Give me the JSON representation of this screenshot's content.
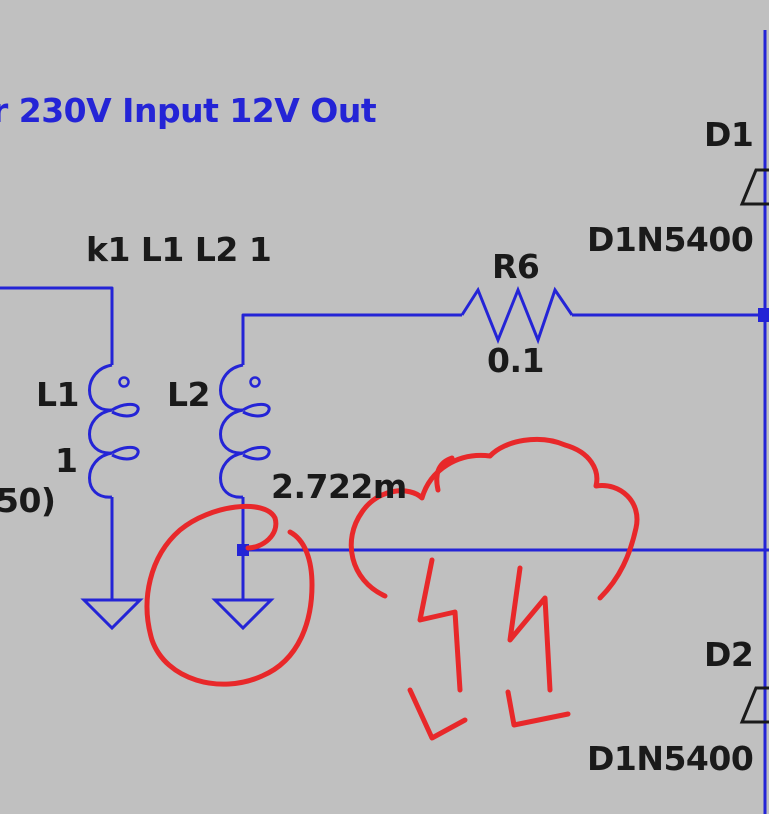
{
  "colors": {
    "background": "#c0c0c0",
    "wire": "#2424d6",
    "text": "#1a1a1a",
    "comment": "#2424d6",
    "annotation": "#e8282a"
  },
  "schematic": {
    "comment": "r 230V Input 12V Out",
    "directive": "k1 L1 L2 1",
    "l1": {
      "name": "L1",
      "value": "1",
      "extra": "50)"
    },
    "l2": {
      "name": "L2",
      "value": "2.722m"
    },
    "r6": {
      "name": "R6",
      "value": "0.1"
    },
    "d1": {
      "name": "D1",
      "model": "D1N5400"
    },
    "d2": {
      "name": "D2",
      "model": "D1N5400"
    }
  },
  "annotations": {
    "circle": "red-circle-around-ground-node",
    "cloud": "red-cloud-with-lightning-sketch"
  }
}
